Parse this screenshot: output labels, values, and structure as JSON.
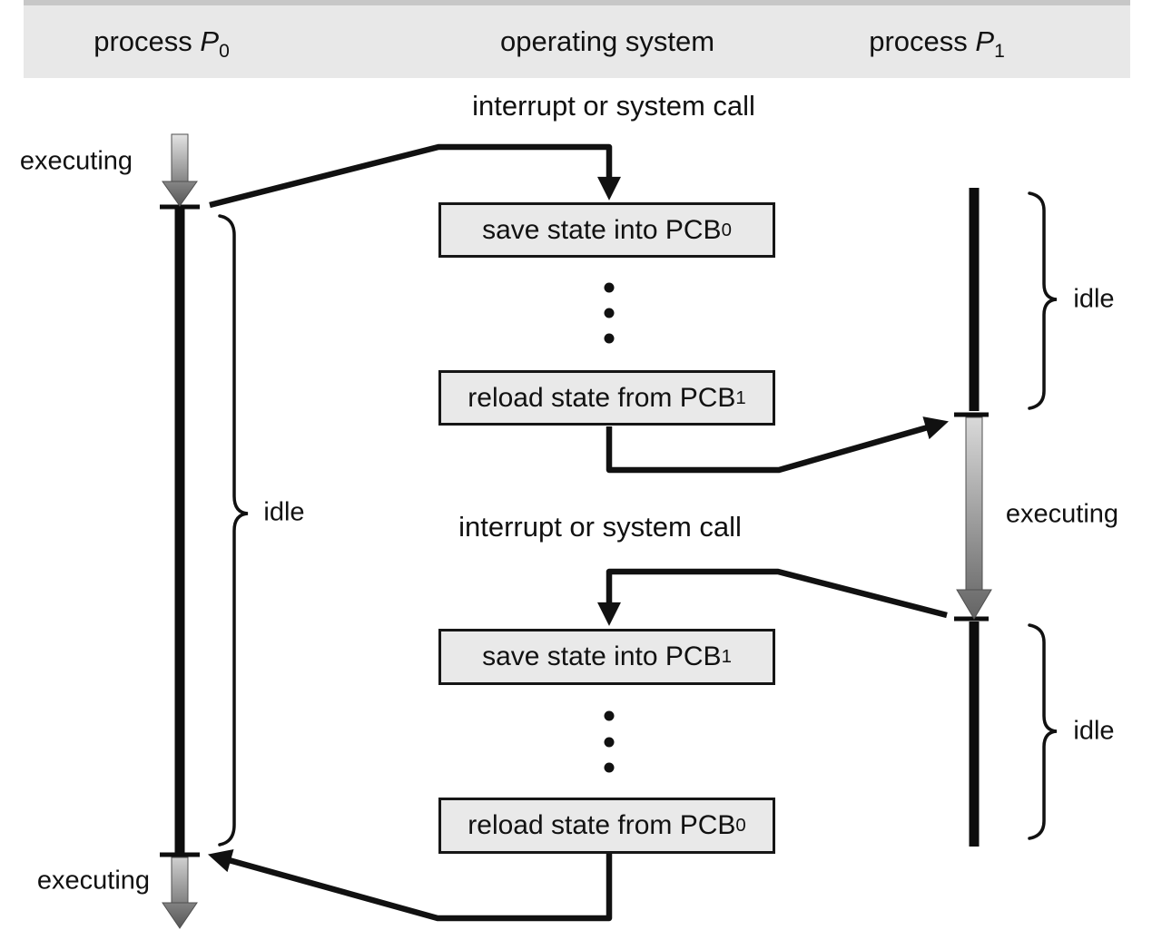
{
  "header": {
    "col_p0": {
      "prefix": "process ",
      "var": "P",
      "sub": "0"
    },
    "col_os": {
      "label": "operating system"
    },
    "col_p1": {
      "prefix": "process ",
      "var": "P",
      "sub": "1"
    }
  },
  "annotations": {
    "interrupt_top": "interrupt or system call",
    "interrupt_bottom": "interrupt or system call",
    "executing_p0_top": "executing",
    "executing_p1": "executing",
    "executing_p0_bottom": "executing",
    "idle_p0": "idle",
    "idle_p1_top": "idle",
    "idle_p1_bottom": "idle"
  },
  "boxes": [
    {
      "text": "save state into PCB",
      "sub": "0"
    },
    {
      "text": "reload state from PCB",
      "sub": "1"
    },
    {
      "text": "save state into PCB",
      "sub": "1"
    },
    {
      "text": "reload state from PCB",
      "sub": "0"
    }
  ],
  "colors": {
    "header_band": "#e8e8e8",
    "box_fill": "#e9e9e9",
    "line": "#111111",
    "gradient_arrow_light": "#dedede",
    "gradient_arrow_dark": "#565656"
  }
}
